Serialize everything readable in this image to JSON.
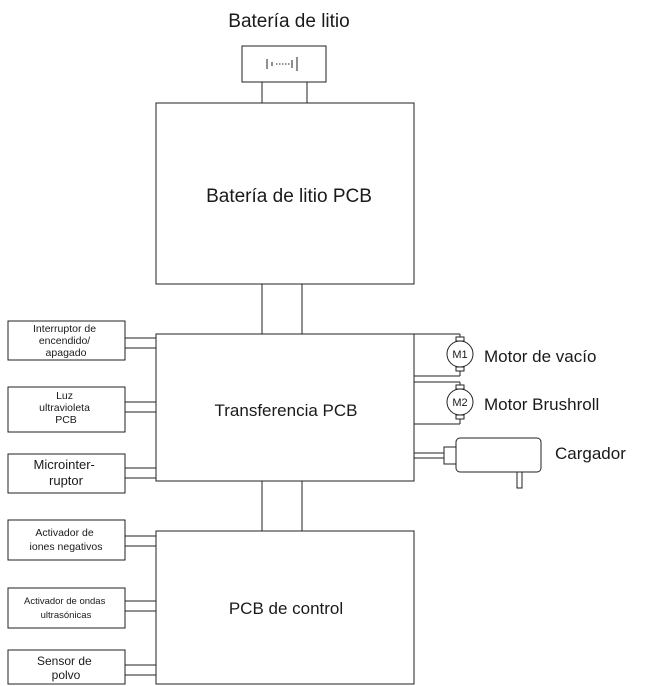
{
  "battery": {
    "label": "Batería de litio"
  },
  "boards": {
    "battery_pcb": "Batería de litio PCB",
    "transfer_pcb": "Transferencia PCB",
    "control_pcb": "PCB de control"
  },
  "left_modules": {
    "power_switch": [
      "Interruptor de",
      "encendido/",
      "apagado"
    ],
    "uv_light": [
      "Luz",
      "ultravioleta",
      "PCB"
    ],
    "microswitch": [
      "Microinter-",
      "ruptor"
    ],
    "negative_ion": [
      "Activador de",
      "iones negativos"
    ],
    "ultrasonic": [
      "Activador de ondas",
      "ultrasónicas"
    ],
    "dust_sensor": [
      "Sensor de",
      "polvo"
    ]
  },
  "right_components": {
    "motor_1": {
      "symbol": "M1",
      "label": "Motor de vacío"
    },
    "motor_2": {
      "symbol": "M2",
      "label": "Motor Brushroll"
    },
    "charger": {
      "label": "Cargador"
    }
  }
}
